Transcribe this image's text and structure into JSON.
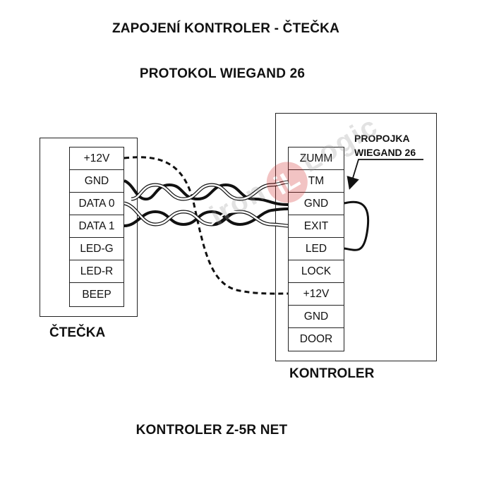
{
  "title": "ZAPOJENÍ KONTROLER - ČTEČKA",
  "subtitle": "PROTOKOL WIEGAND 26",
  "reader": {
    "label": "ČTEČKA",
    "terminals": [
      "+12V",
      "GND",
      "DATA 0",
      "DATA 1",
      "LED-G",
      "LED-R",
      "BEEP"
    ]
  },
  "controller": {
    "label": "KONTROLER",
    "terminals": [
      "ZUMM",
      "TM",
      "GND",
      "EXIT",
      "LED",
      "LOCK",
      "+12V",
      "GND",
      "DOOR"
    ]
  },
  "jumper_note": {
    "line1": "PROPOJKA",
    "line2": "WIEGAND 26"
  },
  "model": "KONTROLER Z-5R NET",
  "watermark": {
    "left": "iron",
    "badge": "iL",
    "right": "Logic"
  }
}
